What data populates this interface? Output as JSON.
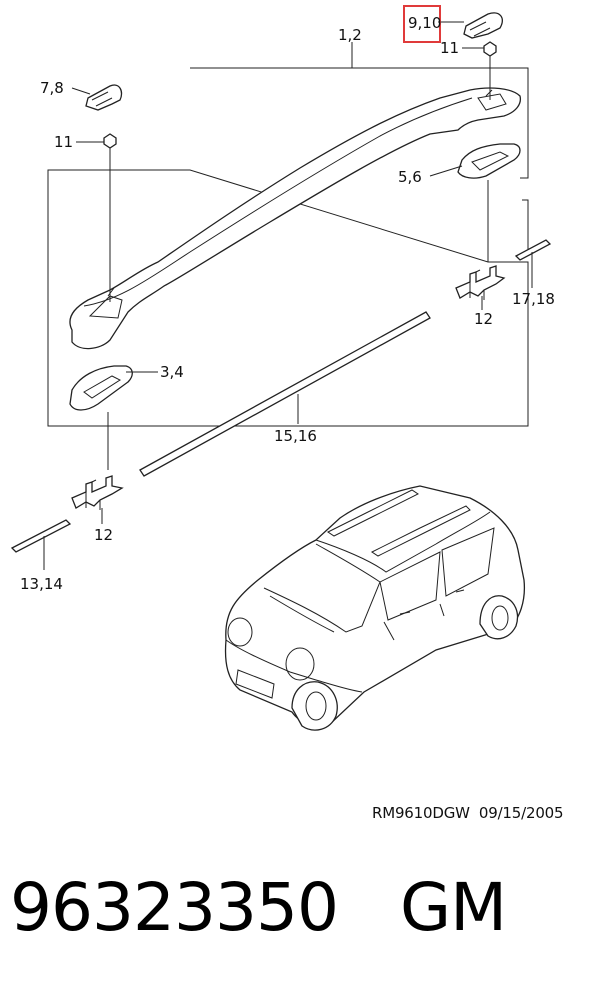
{
  "diagram": {
    "callouts": {
      "roof_rack": "1,2",
      "cap_top": "9,10",
      "nut_top": "11",
      "end_cover_front": "7,8",
      "nut_left": "11",
      "pad_rear": "5,6",
      "clip_rear": "12",
      "strip_rear": "17,18",
      "pad_front": "3,4",
      "molding": "15,16",
      "clip_front": "12",
      "strip_front": "13,14"
    },
    "highlight_color": "#e03a3a",
    "diagram_code": "RM9610DGW",
    "date": "09/15/2005"
  },
  "part_number": "96323350",
  "brand": "GM"
}
